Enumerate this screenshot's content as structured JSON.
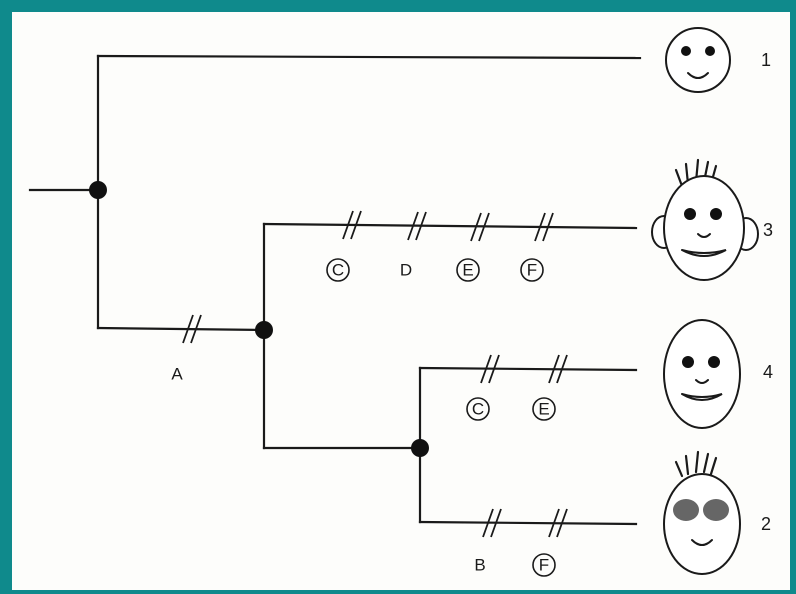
{
  "diagram": {
    "taxa": [
      {
        "label": "1",
        "face": "plain"
      },
      {
        "label": "3",
        "face": "hair-ears-grin"
      },
      {
        "label": "4",
        "face": "grin"
      },
      {
        "label": "2",
        "face": "hair-big-eyes"
      }
    ],
    "characters": {
      "stem_A": {
        "label": "A",
        "circled": false
      },
      "taxon3": [
        {
          "label": "C",
          "circled": true
        },
        {
          "label": "D",
          "circled": false
        },
        {
          "label": "E",
          "circled": true
        },
        {
          "label": "F",
          "circled": true
        }
      ],
      "taxon4": [
        {
          "label": "C",
          "circled": true
        },
        {
          "label": "E",
          "circled": true
        }
      ],
      "taxon2": [
        {
          "label": "B",
          "circled": false
        },
        {
          "label": "F",
          "circled": true
        }
      ]
    },
    "colors": {
      "background": "#0f8a8c",
      "line": "#1a1a1a",
      "node": "#111111"
    }
  }
}
